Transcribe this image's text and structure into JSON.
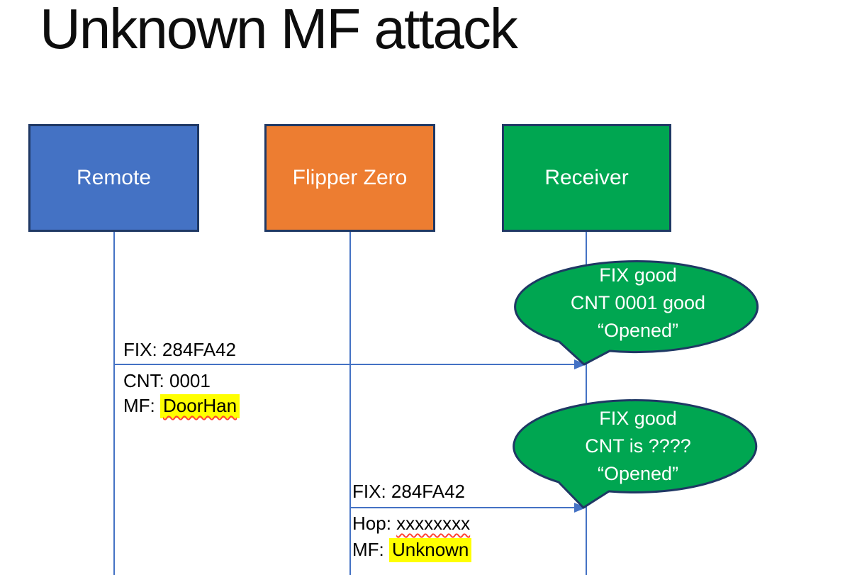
{
  "title": "Unknown MF attack",
  "actors": [
    {
      "label": "Remote",
      "fill": "#4472C4"
    },
    {
      "label": "Flipper Zero",
      "fill": "#ED7D31"
    },
    {
      "label": "Receiver",
      "fill": "#00A651"
    }
  ],
  "messages": [
    {
      "from": "Remote",
      "to": "Receiver",
      "lines": [
        {
          "prefix": "FIX: ",
          "value": "284FA42"
        },
        {
          "prefix": "CNT: ",
          "value": "0001"
        },
        {
          "prefix": "MF: ",
          "value": "DoorHan",
          "highlighted": true,
          "spellcheck_underline": true
        }
      ]
    },
    {
      "from": "Flipper Zero",
      "to": "Receiver",
      "lines": [
        {
          "prefix": "FIX: ",
          "value": "284FA42"
        },
        {
          "prefix": "Hop: ",
          "value": "xxxxxxxx",
          "spellcheck_underline": true
        },
        {
          "prefix": "MF: ",
          "value": "Unknown",
          "highlighted": true
        }
      ]
    }
  ],
  "callouts": [
    {
      "lines": [
        "FIX good",
        "CNT 0001 good",
        "“Opened”"
      ]
    },
    {
      "lines": [
        "FIX good",
        "CNT is ????",
        "“Opened”"
      ]
    }
  ],
  "colors": {
    "actor_border": "#1F3864",
    "arrow": "#4472C4",
    "callout_fill": "#00A651",
    "callout_text": "#FFFFFF",
    "highlight": "#FFFF00",
    "spellcheck_underline": "#FF4433"
  }
}
